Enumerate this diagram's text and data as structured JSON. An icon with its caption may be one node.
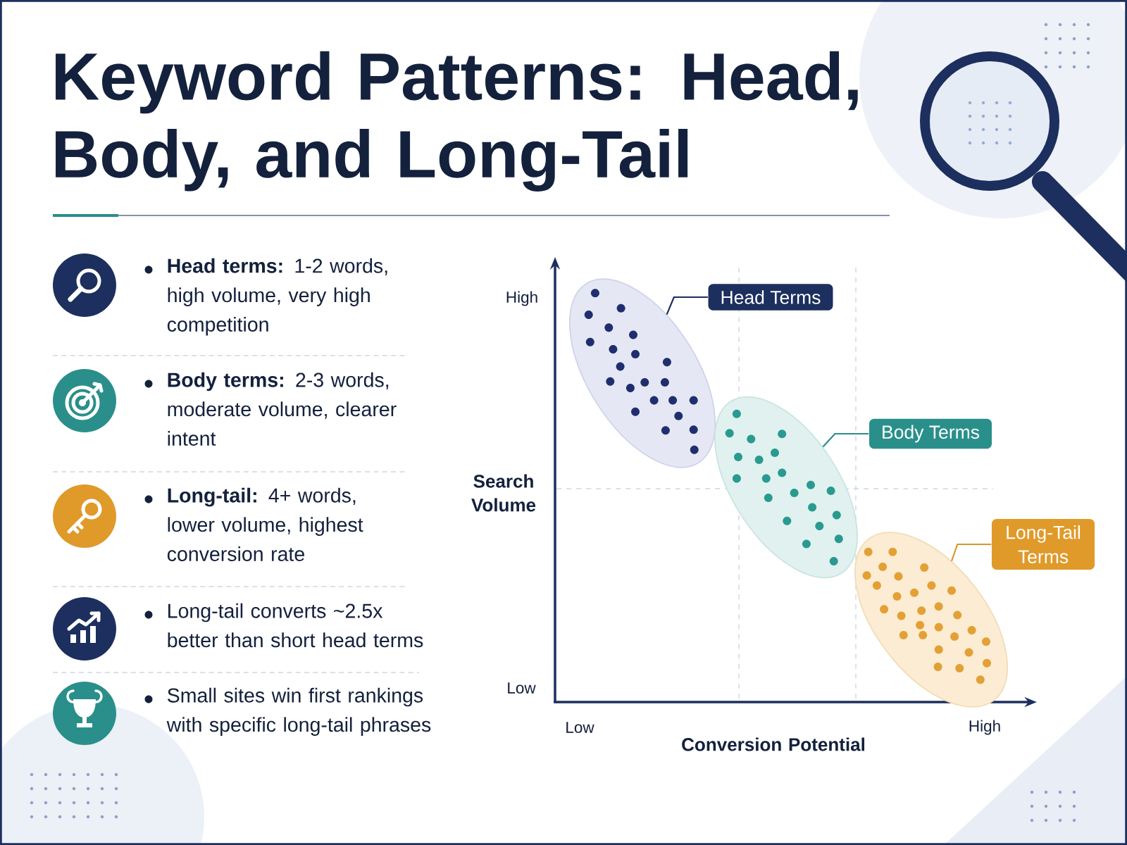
{
  "diagram": {
    "title": "Keyword Patterns: Head, Body, and Long-Tail",
    "nodes": [
      {
        "text": [
          "Head Terms"
        ]
      },
      {
        "text": [],
        "shape": "ellipse"
      },
      {
        "text": [
          "Body Terms"
        ]
      },
      {
        "text": [],
        "shape": "ellipse"
      },
      {
        "text": [
          "Long-Tail Terms"
        ]
      },
      {
        "text": [],
        "shape": "ellipse"
      }
    ],
    "edges": [
      {
        "from": 0,
        "to": 1,
        "arrow": "none",
        "color": "#1c2f5e"
      },
      {
        "from": 2,
        "to": 3,
        "arrow": "none",
        "color": "#2a8f8a"
      },
      {
        "from": 4,
        "to": 5,
        "arrow": "none",
        "color": "#d9962a"
      }
    ],
    "labels": [
      "**Head terms:** 1-2 words, high volume, very high competition",
      "**Body terms:** 2-3 words, moderate volume, clearer intent",
      "**Long-tail:** 4+ words, lower volume, highest conversion rate",
      "Long-tail converts ~2.5x better than short head terms",
      "Small sites win first rankings with specific long-tail phrases",
      "High",
      "Search Volume",
      "Low",
      "Low",
      "Conversion Potential",
      "High"
    ]
  }
}
